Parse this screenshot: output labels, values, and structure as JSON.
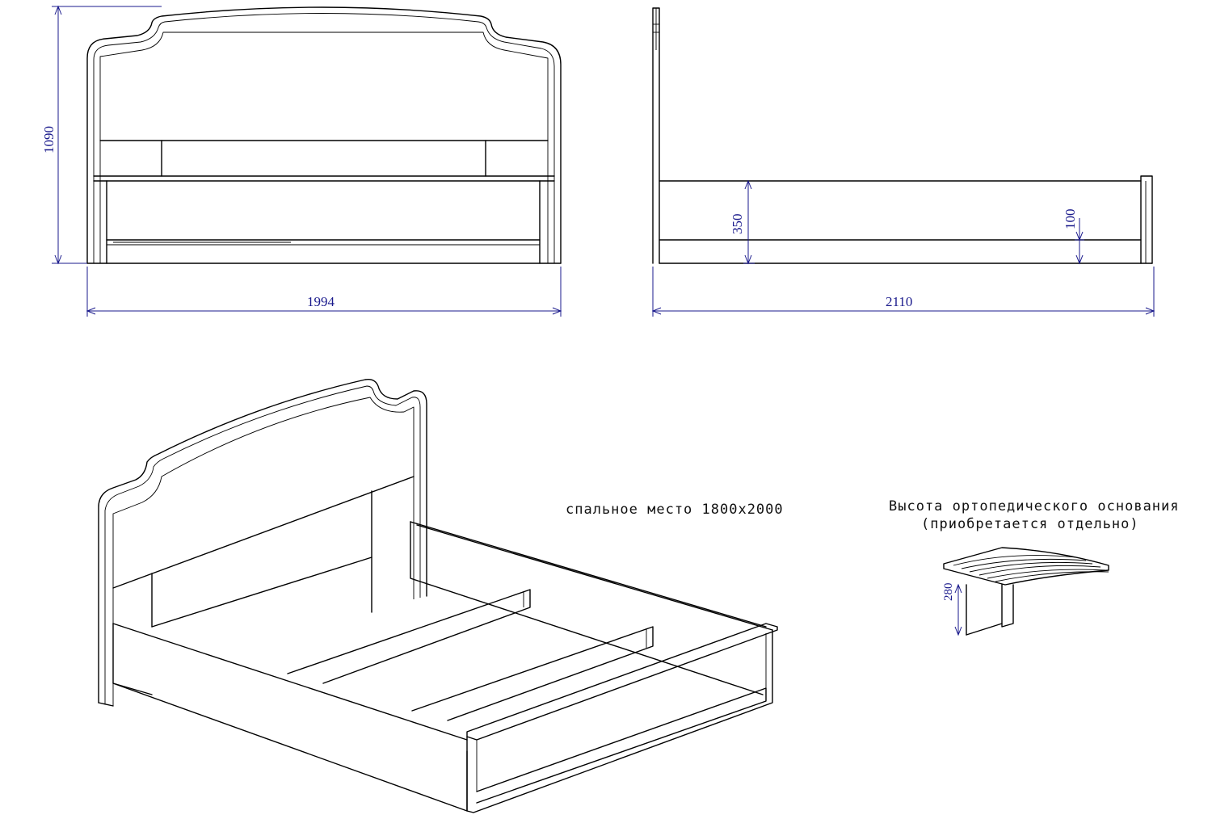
{
  "dimensions": {
    "front_height": "1090",
    "front_width": "1994",
    "side_frame_height": "350",
    "side_offset": "100",
    "side_length": "2110",
    "slat_height": "280"
  },
  "notes": {
    "sleeping_area": "спальное место 1800х2000",
    "base_line1": "Высота ортопедического основания",
    "base_line2": "(приобретается отдельно)"
  },
  "colors": {
    "dimension": "#1a1a8c",
    "line": "#000000"
  }
}
